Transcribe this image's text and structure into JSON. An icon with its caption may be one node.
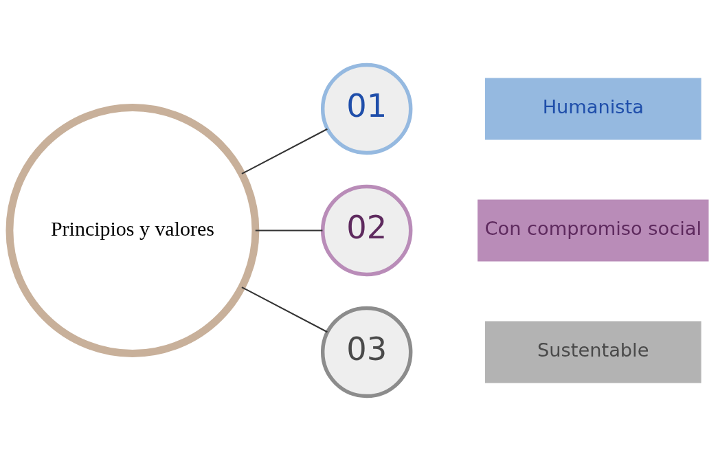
{
  "diagram": {
    "nodes": [
      {
        "text": [
          "Principios y valores"
        ]
      },
      {
        "text": [
          "01"
        ]
      },
      {
        "text": [
          "Humanista"
        ]
      },
      {
        "text": [
          "02"
        ]
      },
      {
        "text": [
          "Con compromiso social"
        ]
      },
      {
        "text": [
          "03"
        ]
      },
      {
        "text": [
          "Sustentable"
        ]
      }
    ],
    "edges": [
      {
        "from": 0,
        "to": 1,
        "arrow": "none"
      },
      {
        "from": 0,
        "to": 3,
        "arrow": "none"
      },
      {
        "from": 0,
        "to": 5,
        "arrow": "none"
      }
    ]
  }
}
